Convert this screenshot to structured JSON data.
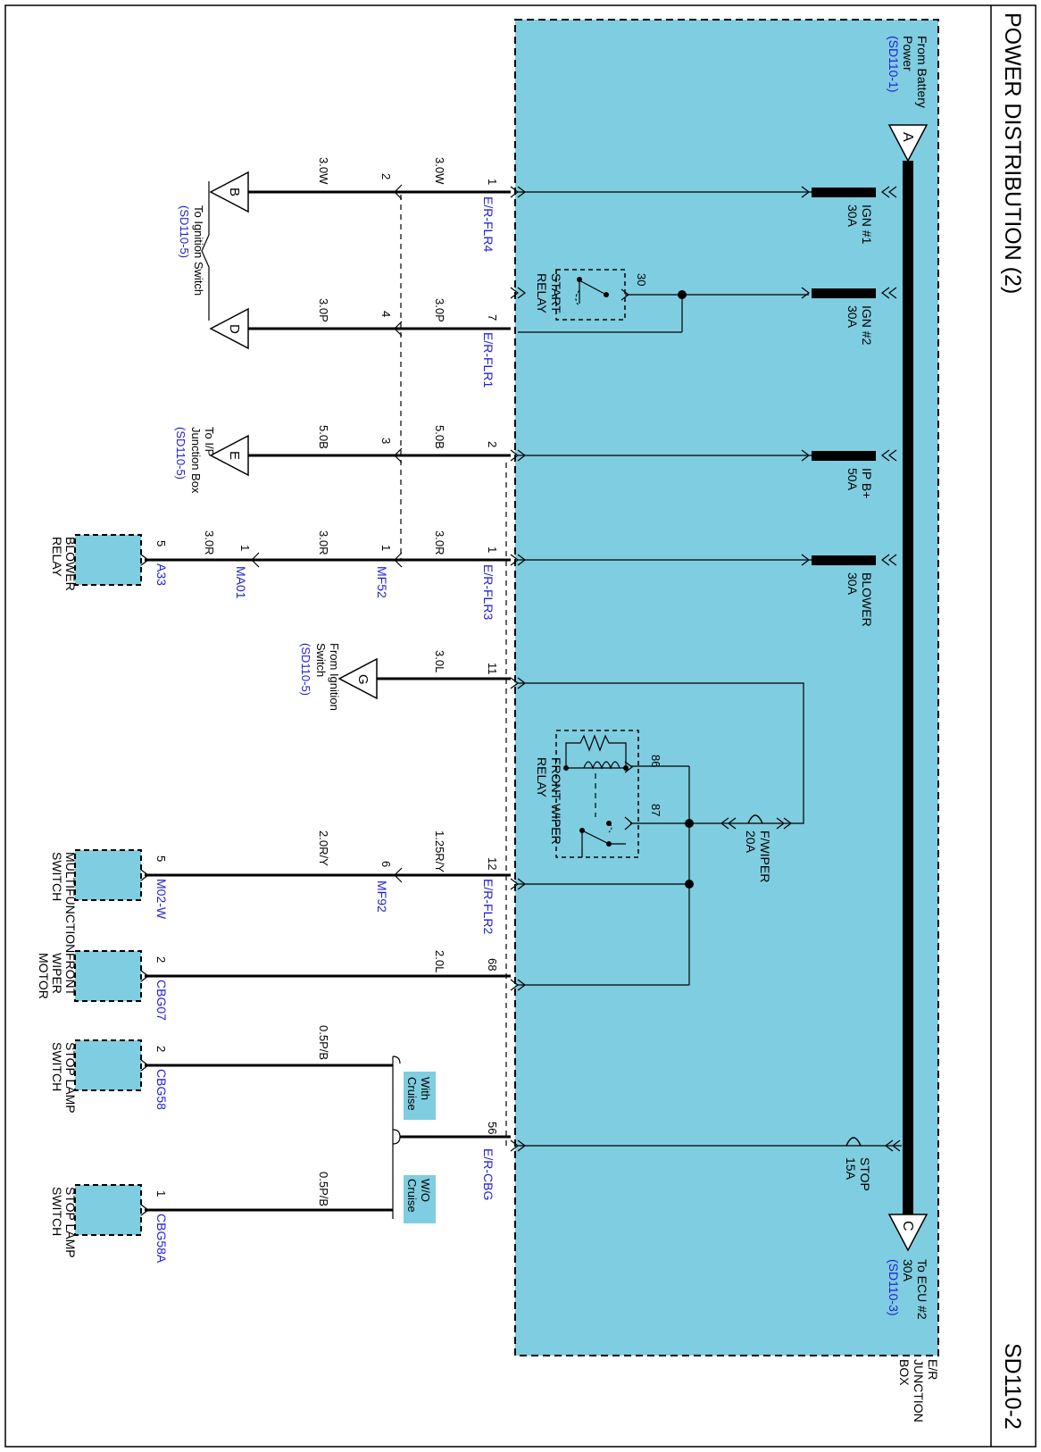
{
  "page": {
    "title": "POWER DISTRIBUTION (2)",
    "code": "SD110-2"
  },
  "colors": {
    "box": "#7fcde0",
    "link": "#1f1fd6",
    "ink": "#000000",
    "banner": "#7fcde0"
  },
  "junction_box": "E/R\nJUNCTION\nBOX",
  "source_a": {
    "letter": "A",
    "text": "From Battery\nPower",
    "ref": "(SD110-1)"
  },
  "dest_c": {
    "letter": "C",
    "text": "To ECU #2\n30A",
    "ref": "(SD110-3)"
  },
  "fuses": [
    {
      "name": "IGN #1",
      "amp": "30A"
    },
    {
      "name": "IGN #2",
      "amp": "30A"
    },
    {
      "name": "IP B+",
      "amp": "50A"
    },
    {
      "name": "BLOWER",
      "amp": "30A"
    }
  ],
  "stop_fuse": {
    "name": "STOP",
    "amp": "15A"
  },
  "fwiper_fuse": {
    "name": "F/WIPER",
    "amp": "20A"
  },
  "start_relay": {
    "label": "START\nRELAY",
    "pin": "30"
  },
  "wiper_relay": {
    "label": "FRONT WIPER\nRELAY",
    "pin86": "86",
    "pin87": "87"
  },
  "connectors": {
    "flr4": "E/R-FLR4",
    "flr1": "E/R-FLR1",
    "flr3": "E/R-FLR3",
    "flr2": "E/R-FLR2",
    "cbg": "E/R-CBG",
    "mf52": "MF52",
    "ma01": "MA01",
    "mf92": "MF92"
  },
  "pins": {
    "p1": "1",
    "p2": "2",
    "p7": "7",
    "p4": "4",
    "p3": "3",
    "p11": "11",
    "p12": "12",
    "p6": "6",
    "p5": "5",
    "p68": "68",
    "p56": "56"
  },
  "wires": {
    "w30w": "3.0W",
    "w30p": "3.0P",
    "w50b": "5.0B",
    "w30r": "3.0R",
    "w30l": "3.0L",
    "w125ry": "1.25R/Y",
    "w20ry": "2.0R/Y",
    "w20l": "2.0L",
    "w05pb": "0.5P/B"
  },
  "ign_switch": {
    "text": "To Ignition Switch",
    "ref": "(SD110-5)"
  },
  "ip_box": {
    "text": "To I/P\nJunction Box",
    "ref": "(SD110-5)"
  },
  "from_ign": {
    "text": "From Ignition\nSwitch",
    "ref": "(SD110-5)"
  },
  "terminals": {
    "b": "B",
    "d": "D",
    "e": "E",
    "g": "G"
  },
  "components": [
    {
      "id": "blower",
      "label": "BLOWER\nRELAY",
      "conn": "A33",
      "pin": "5"
    },
    {
      "id": "multi",
      "label": "MULTIFUNCTION\nSWITCH",
      "conn": "M02-W",
      "pin": "5"
    },
    {
      "id": "wiper",
      "label": "FRONT\nWIPER\nMOTOR",
      "conn": "CBG07",
      "pin": "2"
    },
    {
      "id": "stop1",
      "label": "STOP LAMP\nSWITCH",
      "conn": "CBG58",
      "pin": "2"
    },
    {
      "id": "stop2",
      "label": "STOP LAMP\nSWITCH",
      "conn": "CBG58A",
      "pin": "1"
    }
  ],
  "cruise": {
    "with": "With\nCruise",
    "without": "W/O\nCruise"
  }
}
